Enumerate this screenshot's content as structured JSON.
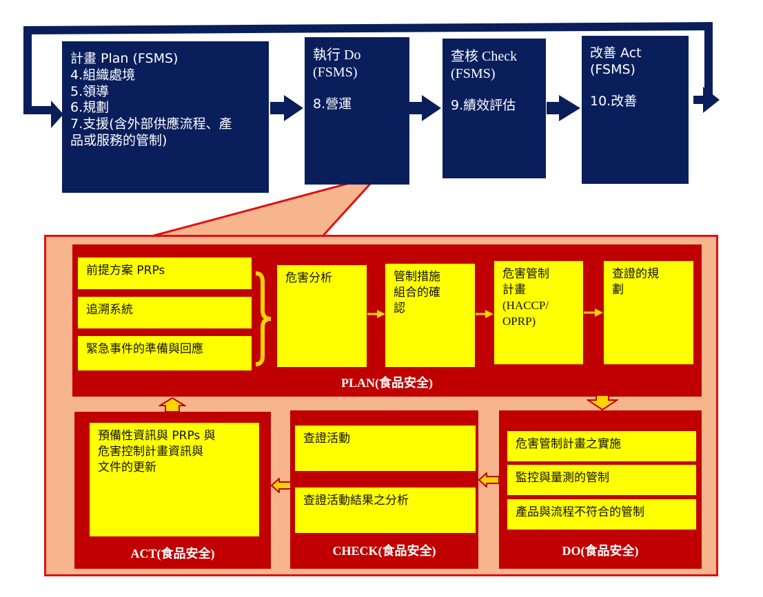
{
  "top": {
    "plan": {
      "title": "計畫 Plan (FSMS)",
      "lines": [
        "4.組織處境",
        "5.領導",
        "6.規劃",
        "7.支援(含外部供應流程、產",
        "品或服務的管制)"
      ]
    },
    "do": {
      "title_1": "執行 Do",
      "title_2": "(FSMS)",
      "item": "8.營運"
    },
    "check": {
      "title_1": "查核 Check",
      "title_2": "(FSMS)",
      "item": "9.績效評估"
    },
    "act": {
      "title_1": "改善 Act",
      "title_2": "(FSMS)",
      "item": "10.改善"
    }
  },
  "plan_section": {
    "title": "PLAN(食品安全)",
    "prps": [
      "前提方案 PRPs",
      "追溯系統",
      "緊急事件的準備與回應"
    ],
    "steps": [
      [
        "危害分析"
      ],
      [
        "管制措施",
        "組合的確",
        "認"
      ],
      [
        "危害管制",
        "計畫",
        "(HACCP/",
        "OPRP)"
      ],
      [
        "查證的規",
        "劃"
      ]
    ]
  },
  "do_section": {
    "title": "DO(食品安全)",
    "items": [
      "危害管制計畫之實施",
      "監控與量測的管制",
      "產品與流程不符合的管制"
    ]
  },
  "check_section": {
    "title": "CHECK(食品安全)",
    "items": [
      "查證活動",
      "查證活動結果之分析"
    ]
  },
  "act_section": {
    "title": "ACT(食品安全)",
    "lines": [
      "預備性資訊與 PRPs 與",
      "危害控制計畫資訊與",
      "文件的更新"
    ]
  },
  "colors": {
    "navy": "#0a1e5c",
    "callout": "#f7b58d",
    "callout_border": "#e01010",
    "panel_red": "#c00000",
    "yellow": "#ffff00",
    "arrow_yellow": "#ffd400"
  }
}
